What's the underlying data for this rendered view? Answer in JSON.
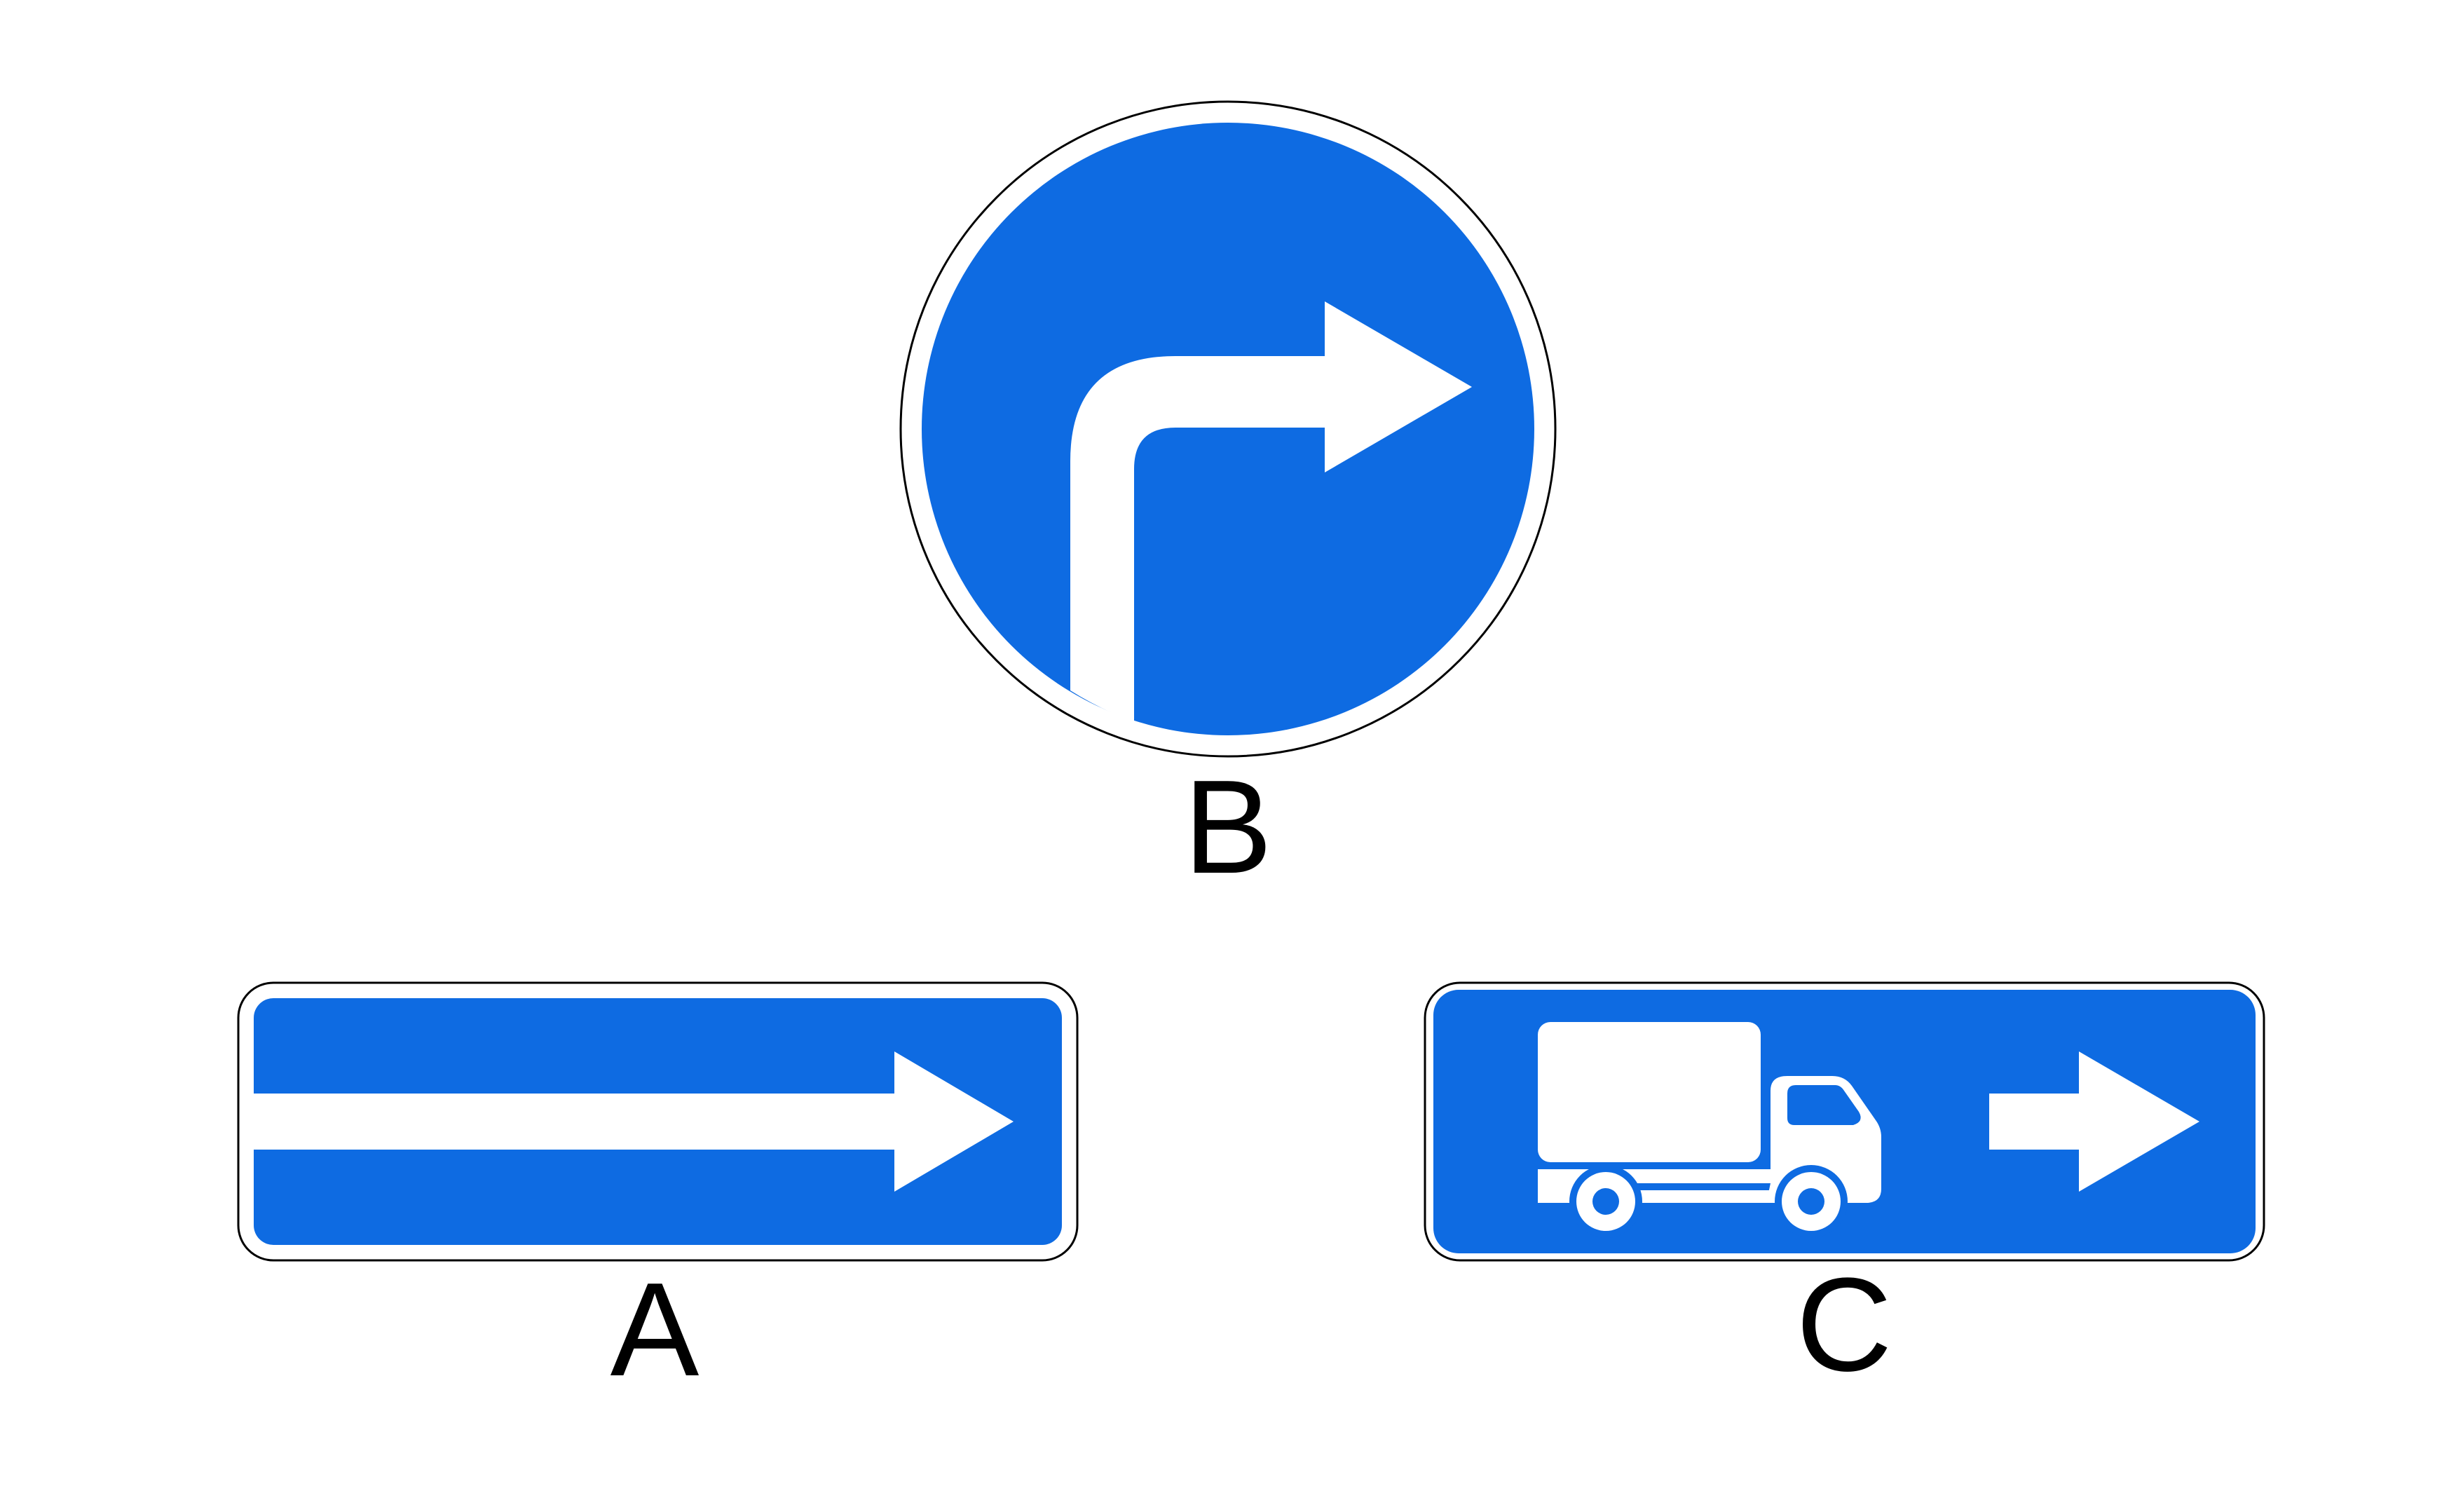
{
  "colors": {
    "sign_blue": "#0E6BE2",
    "symbol_white": "#FFFFFF",
    "outline": "#000000",
    "background": "#FFFFFF"
  },
  "signs": {
    "b": {
      "label": "B",
      "icon": "turn-right-arrow-icon",
      "shape": "circle"
    },
    "a": {
      "label": "A",
      "icon": "straight-right-arrow-icon",
      "shape": "rectangle"
    },
    "c": {
      "label": "C",
      "icon": "truck-icon",
      "icon2": "right-arrow-icon",
      "shape": "rectangle"
    }
  }
}
